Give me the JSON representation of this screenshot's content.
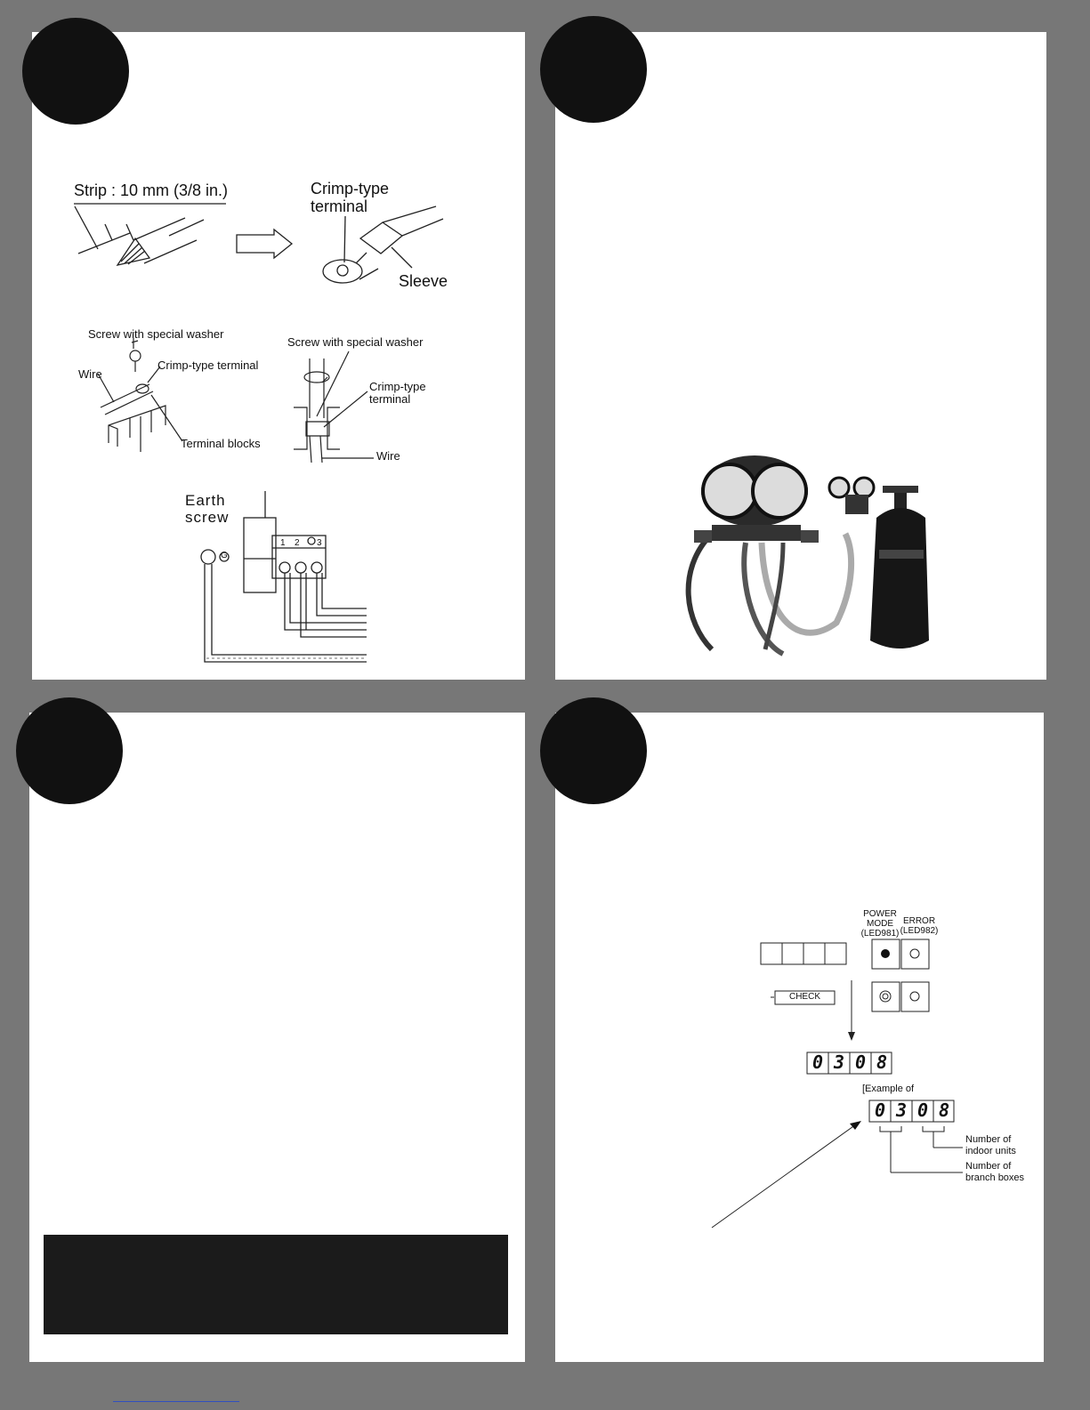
{
  "wiring": {
    "strip_label": "Strip : 10 mm (3/8 in.)",
    "crimp_terminal_label": "Crimp-type\nterminal",
    "sleeve_label": "Sleeve",
    "screw_washer_label": "Screw with special washer",
    "crimp_terminal_small": "Crimp-type terminal",
    "wire_label": "Wire",
    "terminal_blocks_label": "Terminal blocks",
    "screw_washer_label_2": "Screw with special washer",
    "crimp_terminal_label_2": "Crimp-type\nterminal",
    "wire_label_2": "Wire",
    "earth_screw_label": "Earth\nscrew",
    "ground_symbol": "G",
    "terminal_numbers": [
      "1",
      "2",
      "3"
    ]
  },
  "display": {
    "power_mode_label": "POWER\nMODE\n(LED981)",
    "error_label": "ERROR\n(LED982)",
    "check_label": "CHECK",
    "readout_digits": [
      "0",
      "3",
      "0",
      "8"
    ],
    "example_label": "[Example of",
    "example_digits": [
      "0",
      "3",
      "0",
      "8"
    ],
    "indoor_units_label": "Number of\nindoor units",
    "branch_boxes_label": "Number of\nbranch boxes"
  },
  "colors": {
    "background": "#777777",
    "panel": "#ffffff",
    "badge": "#111111",
    "note_box": "#1b1b1b"
  }
}
